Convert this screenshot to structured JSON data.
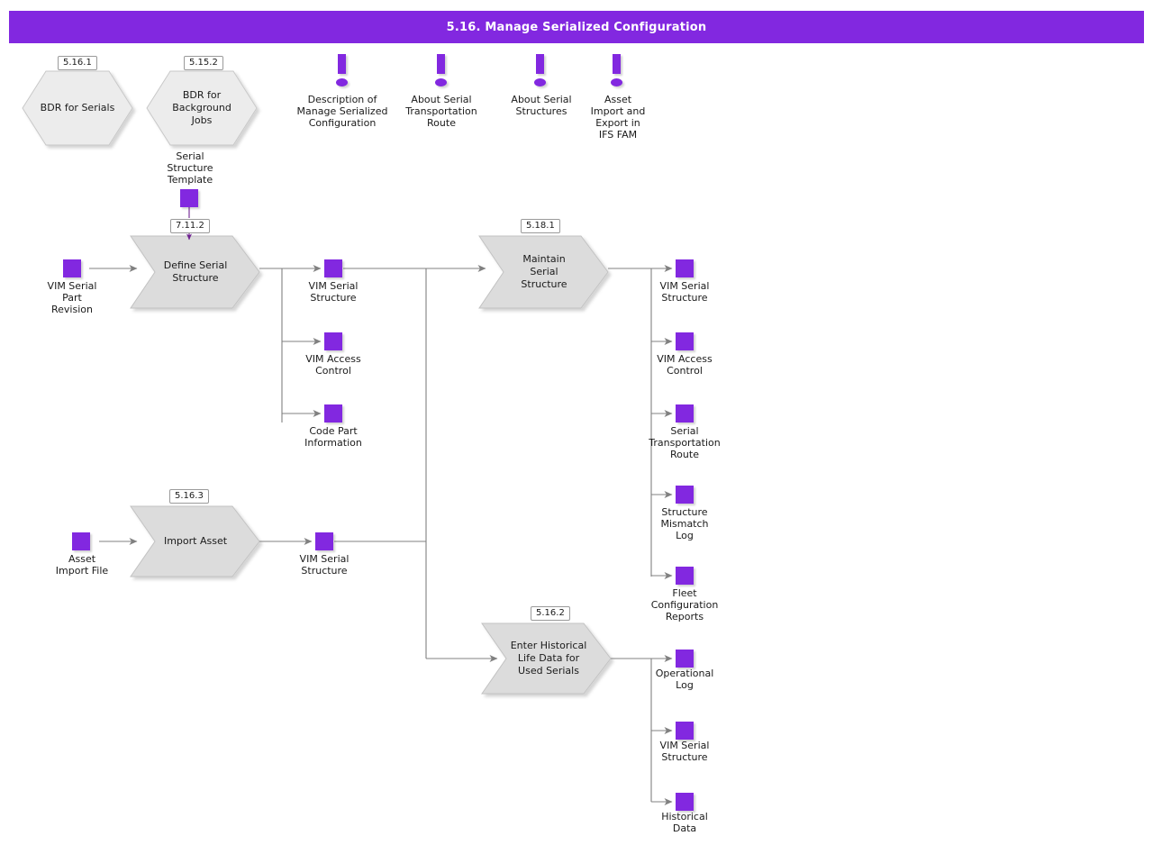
{
  "header": {
    "title": "5.16. Manage Serialized Configuration",
    "bar_color": "#8228e0"
  },
  "palette": {
    "entity": "#8228e0",
    "process_fill": "#dcdcdc",
    "hex_fill": "#ececec",
    "line": "#808080"
  },
  "hexagons": [
    {
      "id": "5.16.1",
      "label": "BDR for Serials"
    },
    {
      "id": "5.15.2",
      "label": "BDR for\nBackground\nJobs"
    }
  ],
  "info_markers": [
    {
      "icon": "exclamation-icon",
      "label": "Description of\nManage Serialized\nConfiguration"
    },
    {
      "icon": "exclamation-icon",
      "label": "About Serial\nTransportation\nRoute"
    },
    {
      "icon": "exclamation-icon",
      "label": "About Serial\nStructures"
    },
    {
      "icon": "exclamation-icon",
      "label": "Asset\nImport and\nExport in\nIFS FAM"
    }
  ],
  "processes": [
    {
      "id": "5.16.3x",
      "code": "7.11.2",
      "label": "Define Serial\nStructure"
    },
    {
      "id": "p2",
      "code": "5.18.1",
      "label": "Maintain\nSerial\nStructure"
    },
    {
      "id": "p3",
      "code": "5.16.3",
      "label": "Import Asset"
    },
    {
      "id": "p4",
      "code": "5.16.2",
      "label": "Enter Historical\nLife Data for\nUsed Serials"
    }
  ],
  "entities": {
    "serial_structure_template": "Serial\nStructure\nTemplate",
    "vim_serial_part_revision": "VIM Serial\nPart\nRevision",
    "define_out_1": "VIM Serial\nStructure",
    "define_out_2": "VIM Access\nControl",
    "define_out_3": "Code Part\nInformation",
    "maintain_out_1": "VIM Serial\nStructure",
    "maintain_out_2": "VIM Access\nControl",
    "maintain_out_3": "Serial\nTransportation\nRoute",
    "maintain_out_4": "Structure\nMismatch\nLog",
    "maintain_out_5": "Fleet\nConfiguration\nReports",
    "asset_import_file": "Asset\nImport File",
    "import_out_1": "VIM Serial\nStructure",
    "hist_out_1": "Operational\nLog",
    "hist_out_2": "VIM Serial\nStructure",
    "hist_out_3": "Historical\nData"
  }
}
